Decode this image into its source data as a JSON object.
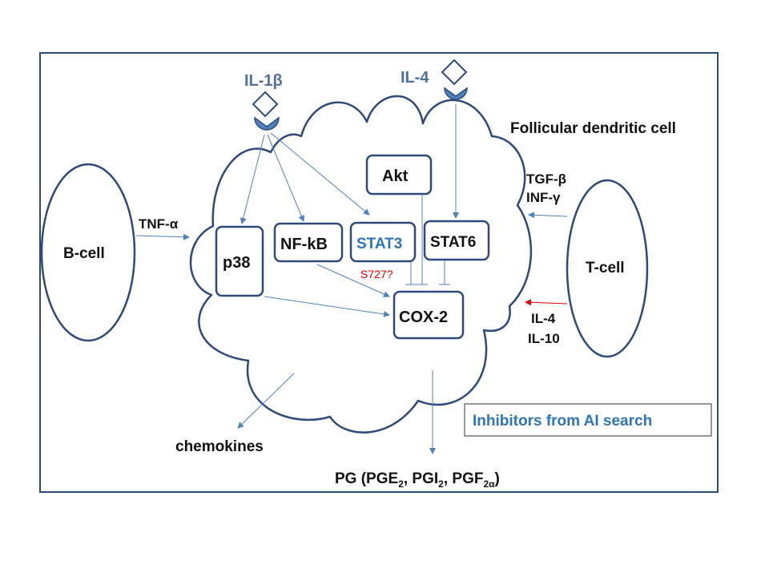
{
  "ligands": {
    "il1b": "IL-1β",
    "il4": "IL-4"
  },
  "cells": {
    "fdc": "Follicular dendritic  cell",
    "bcell": "B-cell",
    "tcell": "T-cell"
  },
  "cytokines": {
    "tnfa": "TNF-α",
    "tgfb": "TGF-β",
    "infg": "INF-γ",
    "il4": "IL-4",
    "il10": "IL-10"
  },
  "nodes": {
    "akt": "Akt",
    "p38": "p38",
    "nfkb": "NF-kB",
    "stat3": "STAT3",
    "stat6": "STAT6",
    "cox2": "COX-2"
  },
  "annotations": {
    "s727": "S727?"
  },
  "outputs": {
    "chemokines": "chemokines",
    "pg_prefix": "PG  (PGE",
    "pg_sub1": "2",
    "pg_sep1": ",  PGI",
    "pg_sub2": "2",
    "pg_sep2": ",  PGF",
    "pg_sub3": "2α",
    "pg_suffix": ")"
  },
  "legend": {
    "label": "Inhibitors from AI search"
  },
  "colors": {
    "outline": "#2e4a7a",
    "arrow": "#4f81bd",
    "receptor": "#4f81bd",
    "highlight": "#2e75b6",
    "red": "#e00000",
    "text": "#111111"
  }
}
